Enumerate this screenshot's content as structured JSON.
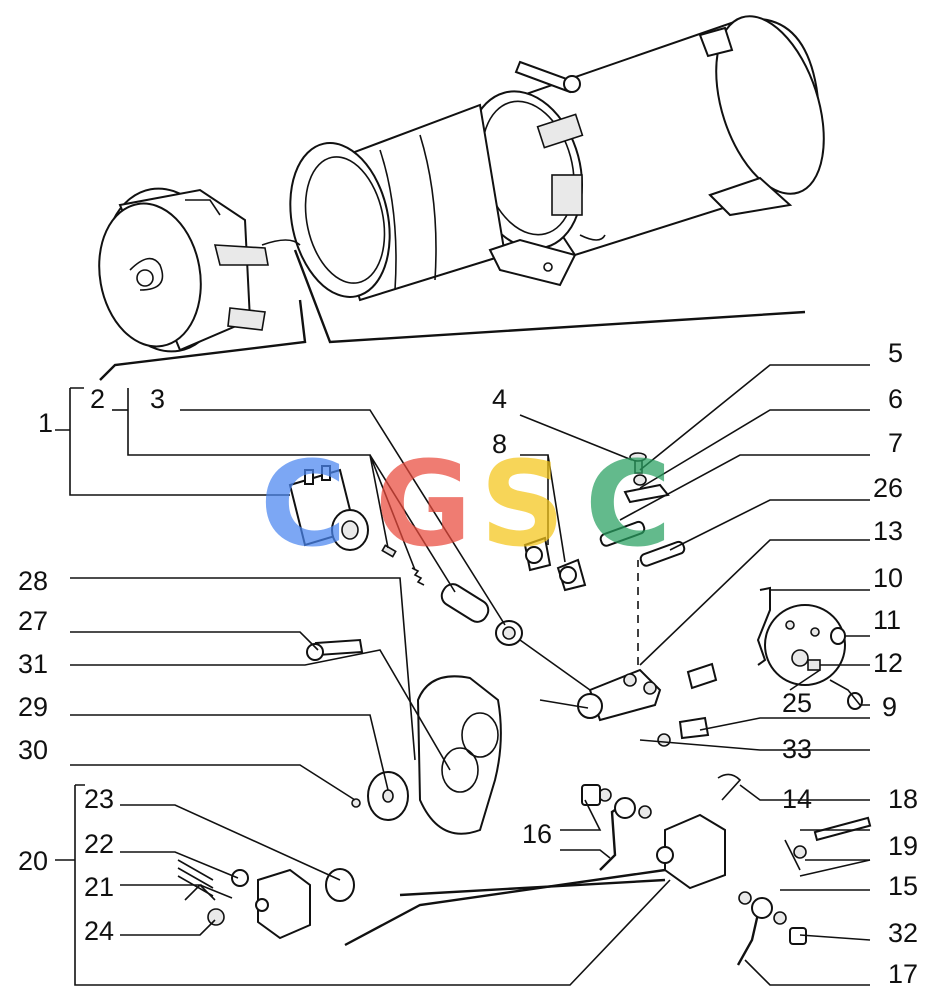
{
  "diagram": {
    "labels": [
      "1",
      "2",
      "3",
      "4",
      "5",
      "6",
      "7",
      "8",
      "26",
      "13",
      "10",
      "11",
      "12",
      "25",
      "9",
      "28",
      "27",
      "31",
      "29",
      "30",
      "33",
      "14",
      "16",
      "18",
      "19",
      "15",
      "32",
      "17",
      "20",
      "23",
      "22",
      "21",
      "24"
    ]
  },
  "watermark": {
    "letters": [
      "C",
      "G",
      "S",
      "C"
    ],
    "colors": [
      "#4a86f0",
      "#ea4a3c",
      "#f5c518",
      "#28a060"
    ]
  }
}
